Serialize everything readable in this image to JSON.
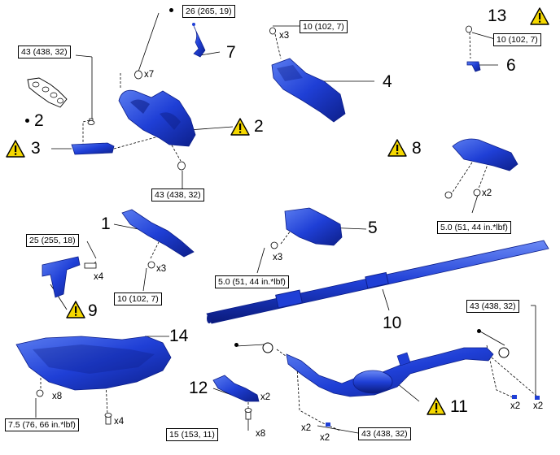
{
  "colors": {
    "part_fill": "#1f3fd6",
    "part_dark": "#0d1f8a",
    "part_light": "#5a7cf0",
    "warning_fill": "#f5d800",
    "line": "#000000"
  },
  "torque_labels": {
    "t_26_265_19": "26 (265, 19)",
    "t_43_top_left": "43 (438, 32)",
    "t_10_top_mid": "10 (102, 7)",
    "t_10_top_right": "10 (102, 7)",
    "t_43_mid": "43 (438, 32)",
    "t_5_0_right": "5.0 (51, 44 in.*lbf)",
    "t_25_255_18": "25 (255, 18)",
    "t_10_left_mid": "10 (102, 7)",
    "t_5_0_mid": "5.0 (51, 44 in.*lbf)",
    "t_43_right": "43 (438, 32)",
    "t_7_5": "7.5 (76, 66 in.*lbf)",
    "t_15": "15 (153, 11)",
    "t_43_bottom": "43 (438, 32)"
  },
  "part_numbers": {
    "n1": "1",
    "n2a": "2",
    "n2b": "2",
    "n3": "3",
    "n4": "4",
    "n5": "5",
    "n6": "6",
    "n7": "7",
    "n8": "8",
    "n9": "9",
    "n10": "10",
    "n11": "11",
    "n12": "12",
    "n13": "13",
    "n14": "14"
  },
  "quantities": {
    "q_x7": "x7",
    "q_x3_top": "x3",
    "q_x3_mid": "x3",
    "q_x3_left": "x3",
    "q_x4_left": "x4",
    "q_x2_right": "x2",
    "q_x2_r1": "x2",
    "q_x2_r2": "x2",
    "q_x2_b1": "x2",
    "q_x2_b2": "x2",
    "q_x8_left": "x8",
    "q_x4_bottom": "x4",
    "q_x2_12": "x2",
    "q_x8_bottom": "x8"
  },
  "icons": {
    "warning": "warning-triangle-icon",
    "bullet": "bullet-dot-icon"
  }
}
